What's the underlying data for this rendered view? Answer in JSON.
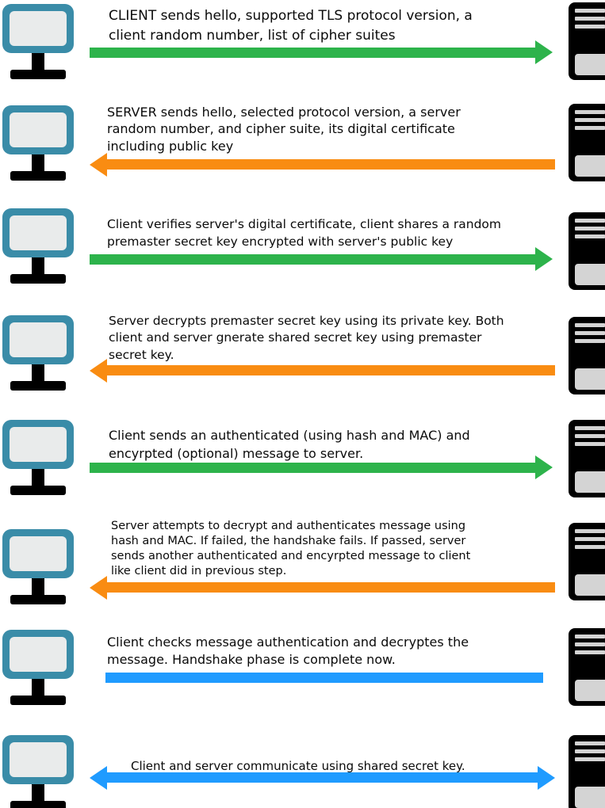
{
  "diagram": "TLS handshake sequence between client and server",
  "colors": {
    "arrow-green": "#2db34b",
    "arrow-orange": "#f98c12",
    "arrow-blue": "#1f9bff",
    "teal": "#3a8ca8",
    "screen": "#e9ebeb",
    "dark": "#000000",
    "stripe": "#d4d4d4"
  },
  "icons": {
    "client": "client-computer-icon",
    "server": "server-tower-icon",
    "green_right_arrow": "right-arrow-icon",
    "orange_left_arrow": "left-arrow-icon",
    "blue_bar": "horizontal-bar-icon",
    "blue_double_arrow": "double-headed-arrow-icon"
  },
  "rows": [
    {
      "text": "CLIENT sends hello, supported TLS protocol version, a\nclient random number, list of cipher suites",
      "arrow_color": "green",
      "arrow_direction": "right"
    },
    {
      "text": "SERVER sends hello, selected protocol version, a server\nrandom number, and cipher suite, its digital certificate\nincluding public key",
      "arrow_color": "orange",
      "arrow_direction": "left"
    },
    {
      "text": "Client verifies server's digital certificate, client shares a random\npremaster secret key encrypted with server's public key",
      "arrow_color": "green",
      "arrow_direction": "right"
    },
    {
      "text": "Server decrypts premaster secret key using its private key. Both\nclient and server gnerate shared secret key using premaster\nsecret key.",
      "arrow_color": "orange",
      "arrow_direction": "left"
    },
    {
      "text": "Client sends an authenticated (using hash and MAC) and\nencyrpted (optional) message to server.",
      "arrow_color": "green",
      "arrow_direction": "right"
    },
    {
      "text": "Server attempts to decrypt and authenticates message using\nhash and MAC. If failed, the handshake fails. If passed, server\nsends another authenticated and encyrpted message to client\nlike client did in previous step.",
      "arrow_color": "orange",
      "arrow_direction": "left"
    },
    {
      "text": "Client checks message authentication and decryptes the\nmessage. Handshake phase is complete now.",
      "arrow_color": "blue",
      "arrow_direction": "none"
    },
    {
      "text": "Client and server communicate using shared secret key.",
      "arrow_color": "blue",
      "arrow_direction": "both"
    }
  ]
}
